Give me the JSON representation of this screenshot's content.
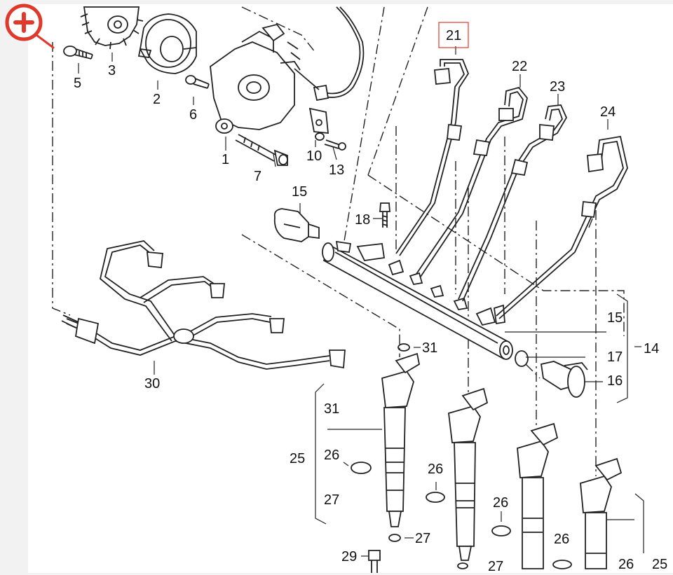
{
  "zoom_control": {
    "icon": "zoom-in-icon",
    "color": "#e0392b"
  },
  "colors": {
    "line": "#222222",
    "highlight_box": "#e0392b"
  },
  "callouts": [
    {
      "id": "c1",
      "text": "1"
    },
    {
      "id": "c2",
      "text": "2"
    },
    {
      "id": "c3",
      "text": "3"
    },
    {
      "id": "c5",
      "text": "5"
    },
    {
      "id": "c6",
      "text": "6"
    },
    {
      "id": "c7",
      "text": "7"
    },
    {
      "id": "c10",
      "text": "10"
    },
    {
      "id": "c13",
      "text": "13"
    },
    {
      "id": "c14",
      "text": "14"
    },
    {
      "id": "c15a",
      "text": "15"
    },
    {
      "id": "c15b",
      "text": "15"
    },
    {
      "id": "c16",
      "text": "16"
    },
    {
      "id": "c17",
      "text": "17"
    },
    {
      "id": "c18",
      "text": "18"
    },
    {
      "id": "c21",
      "text": "21"
    },
    {
      "id": "c22",
      "text": "22"
    },
    {
      "id": "c23",
      "text": "23"
    },
    {
      "id": "c24",
      "text": "24"
    },
    {
      "id": "c25a",
      "text": "25"
    },
    {
      "id": "c25b",
      "text": "25"
    },
    {
      "id": "c26a",
      "text": "26"
    },
    {
      "id": "c26b",
      "text": "26"
    },
    {
      "id": "c26c",
      "text": "26"
    },
    {
      "id": "c26d",
      "text": "26"
    },
    {
      "id": "c26e",
      "text": "26"
    },
    {
      "id": "c27a",
      "text": "27"
    },
    {
      "id": "c27b",
      "text": "27"
    },
    {
      "id": "c27c",
      "text": "27"
    },
    {
      "id": "c29",
      "text": "29"
    },
    {
      "id": "c30",
      "text": "30"
    },
    {
      "id": "c31a",
      "text": "31"
    },
    {
      "id": "c31b",
      "text": "31"
    }
  ]
}
